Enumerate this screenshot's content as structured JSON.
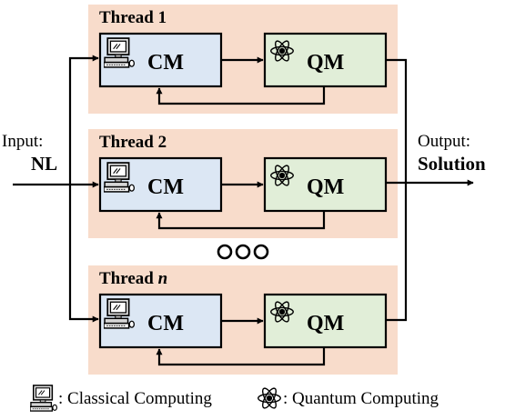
{
  "threads": [
    {
      "title": "Thread 1",
      "title_main": "Thread",
      "title_index": "1",
      "italic_index": false,
      "classical": "CM",
      "quantum": "QM"
    },
    {
      "title": "Thread 2",
      "title_main": "Thread",
      "title_index": "2",
      "italic_index": false,
      "classical": "CM",
      "quantum": "QM"
    },
    {
      "title": "Thread n",
      "title_main": "Thread",
      "title_index": "n",
      "italic_index": true,
      "classical": "CM",
      "quantum": "QM"
    }
  ],
  "input": {
    "label": "Input:",
    "value": "NL"
  },
  "output": {
    "label": "Output:",
    "value": "Solution"
  },
  "ellipsis": "ooo",
  "legend": {
    "classical_icon": "computer-icon",
    "classical_text": ": Classical Computing",
    "quantum_icon": "atom-icon",
    "quantum_text": ": Quantum Computing"
  },
  "colors": {
    "thread_background": "#f8dccb",
    "classical_box": "#dce7f4",
    "quantum_box": "#e1eed8"
  }
}
